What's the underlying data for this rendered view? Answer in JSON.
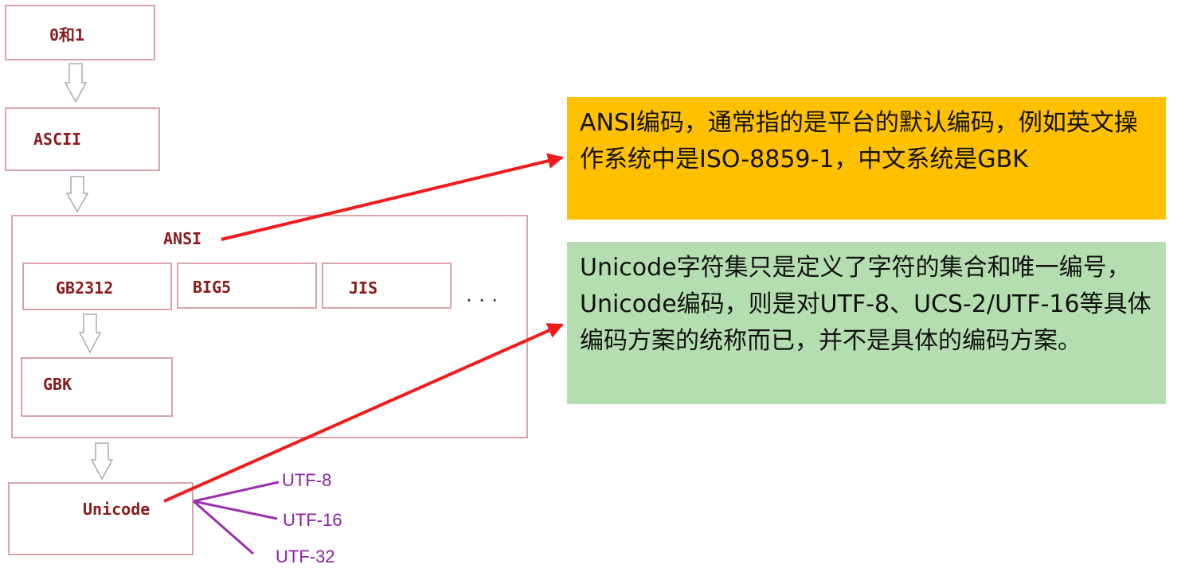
{
  "nodes": {
    "zero_one": "0和1",
    "ascii": "ASCII",
    "ansi": "ANSI",
    "gb2312": "GB2312",
    "big5": "BIG5",
    "jis": "JIS",
    "more": "...",
    "gbk": "GBK",
    "unicode": "Unicode"
  },
  "encodings": {
    "utf8": "UTF-8",
    "utf16": "UTF-16",
    "utf32": "UTF-32"
  },
  "notes": {
    "ansi": "ANSI编码，通常指的是平台的默认编码，例如英文操作系统中是ISO-8859-1，中文系统是GBK",
    "unicode": "Unicode字符集只是定义了字符的集合和唯一编号，Unicode编码，则是对UTF-8、UCS-2/UTF-16等具体编码方案的统称而已，并不是具体的编码方案。"
  },
  "colors": {
    "node_border": "#d9a3aa",
    "node_text": "#8b1a1a",
    "ansi_note_bg": "#ffc000",
    "unicode_note_bg": "#b5deb0",
    "pointer_arrow": "#ee1c1c",
    "utf_branch": "#9b30b0"
  }
}
